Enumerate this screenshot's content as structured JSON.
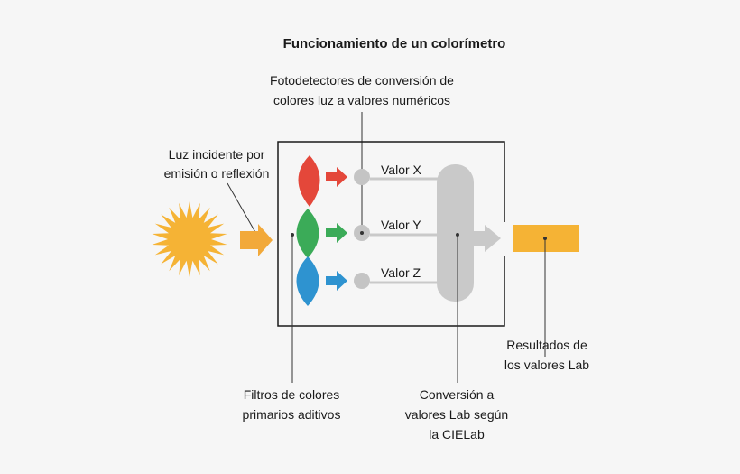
{
  "title": "Funcionamiento de un colorímetro",
  "labels": {
    "fotodetectores": [
      "Fotodetectores de conversión de",
      "colores luz a valores numéricos"
    ],
    "luz": [
      "Luz incidente por",
      "emisión o reflexión"
    ],
    "filtros": [
      "Filtros de colores",
      "primarios aditivos"
    ],
    "conversion": [
      "Conversión a",
      "valores Lab según",
      "la CIELab"
    ],
    "resultados": [
      "Resultados de",
      "los valores Lab"
    ]
  },
  "values": {
    "x": "Valor X",
    "y": "Valor Y",
    "z": "Valor Z"
  },
  "colors": {
    "sun": "#f5b335",
    "input_arrow": "#f2a93a",
    "filter_red": "#e4473a",
    "filter_green": "#3bab58",
    "filter_blue": "#2e93d0",
    "detector": "#c4c4c4",
    "converter": "#c9c9c9",
    "result": "#f5b335",
    "text": "#1a1a1a"
  },
  "icons": [
    "sun-icon",
    "arrow-right-icon"
  ]
}
